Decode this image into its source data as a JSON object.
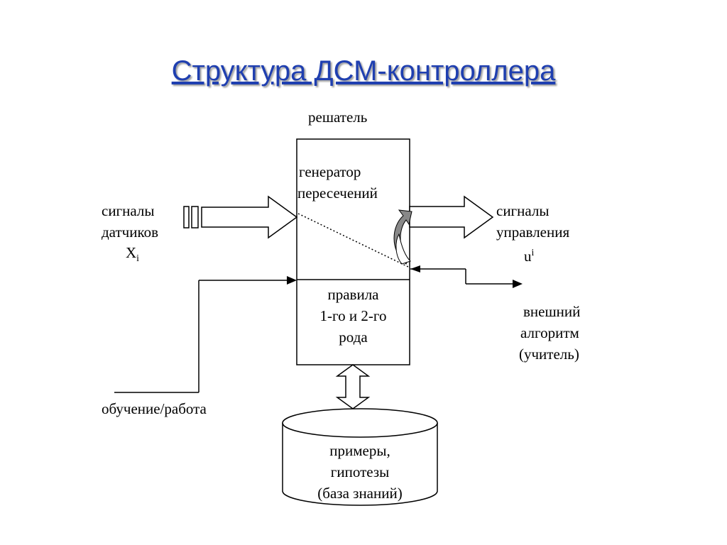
{
  "title": "Структура ДСМ-контроллера",
  "labels": {
    "solver": "решатель",
    "generator_line1": "генератор",
    "generator_line2": "пересечений",
    "rules_line1": "правила",
    "rules_line2": "1-го и 2-го",
    "rules_line3": "рода",
    "sensors_line1": "сигналы",
    "sensors_line2": "датчиков",
    "sensors_var": "X",
    "sensors_var_sub": "i",
    "control_line1": "сигналы",
    "control_line2": "управления",
    "control_var": "u",
    "control_var_sup": "i",
    "teacher_line1": "внешний",
    "teacher_line2": "алгоритм",
    "teacher_line3": "(учитель)",
    "mode": "обучение/работа",
    "kb_line1": "примеры,",
    "kb_line2": "гипотезы",
    "kb_line3": "(база знаний)"
  },
  "colors": {
    "title": "#1f3fb0",
    "line": "#000000",
    "curved_arrow_fill": "#888888"
  }
}
